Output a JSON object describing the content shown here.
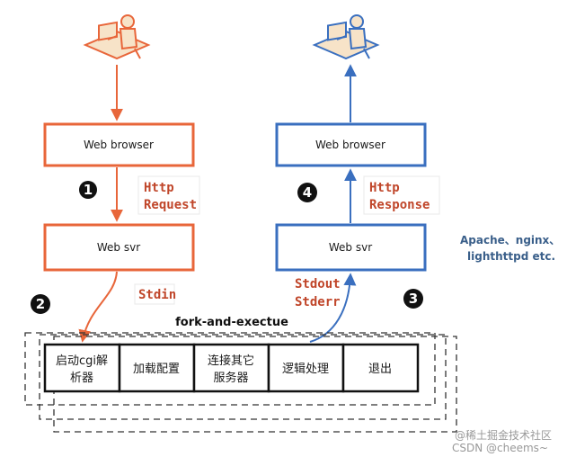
{
  "colors": {
    "orange": "#e8663a",
    "blue": "#3a6fbf",
    "dark": "#1a1a1a"
  },
  "left": {
    "browser_label": "Web browser",
    "svr_label": "Web svr",
    "request_label_1": "Http",
    "request_label_2": "Request",
    "stdin_label": "Stdin",
    "step1": "1",
    "step2": "2"
  },
  "right": {
    "browser_label": "Web browser",
    "svr_label": "Web svr",
    "response_label_1": "Http",
    "response_label_2": "Response",
    "stdout_label": "Stdout",
    "stderr_label": "Stderr",
    "step3": "3",
    "step4": "4"
  },
  "side_note": {
    "line1": "Apache、nginx、",
    "line2": "lighthttpd etc."
  },
  "pipeline": {
    "title": "fork-and-exectue",
    "stages": [
      {
        "line1": "启动cgi解",
        "line2": "析器"
      },
      {
        "line1": "加载配置",
        "line2": ""
      },
      {
        "line1": "连接其它",
        "line2": "服务器"
      },
      {
        "line1": "逻辑处理",
        "line2": ""
      },
      {
        "line1": "退出",
        "line2": ""
      }
    ]
  },
  "watermark": {
    "line1": "@稀土掘金技术社区",
    "line2": "CSDN @cheems~"
  }
}
